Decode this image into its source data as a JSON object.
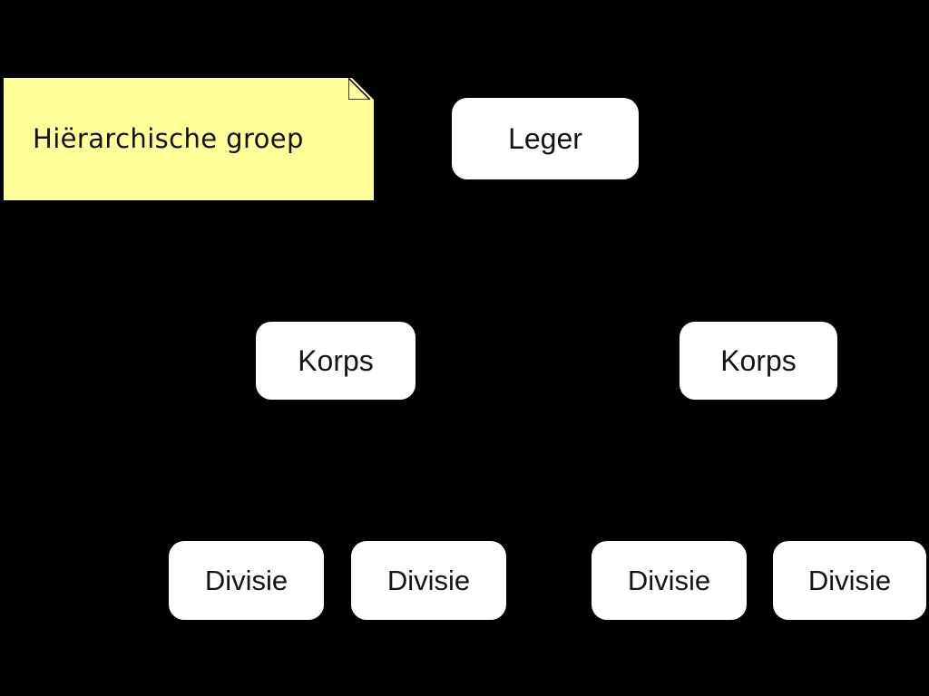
{
  "diagram": {
    "title": "Hiërarchische groep",
    "background_color": "#000000",
    "note": {
      "text": "Hiërarchische groep",
      "fill_color": "#FFFF99",
      "text_color": "#111111"
    },
    "node_fill_color": "#FFFFFF",
    "node_text_color": "#141414",
    "nodes": [
      {
        "id": "army",
        "label": "Leger",
        "level": 1
      },
      {
        "id": "corps-1",
        "label": "Korps",
        "level": 2
      },
      {
        "id": "corps-2",
        "label": "Korps",
        "level": 2
      },
      {
        "id": "division-1",
        "label": "Divisie",
        "level": 3
      },
      {
        "id": "division-2",
        "label": "Divisie",
        "level": 3
      },
      {
        "id": "division-3",
        "label": "Divisie",
        "level": 3
      },
      {
        "id": "division-4",
        "label": "Divisie",
        "level": 3
      }
    ]
  }
}
